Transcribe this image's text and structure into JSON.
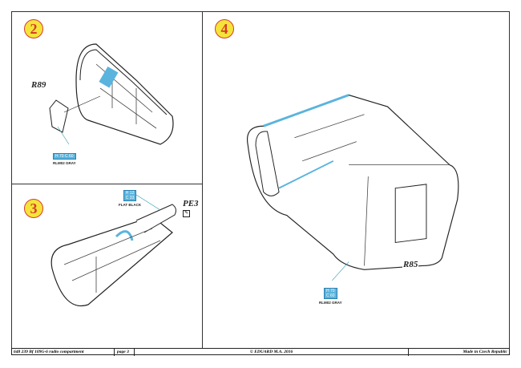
{
  "steps": {
    "step2": {
      "number": "2",
      "part": "R89",
      "color": {
        "codes": [
          "H 70",
          "C 60"
        ],
        "name": "RLM02 GRAY"
      }
    },
    "step3": {
      "number": "3",
      "part": "PE3",
      "color": {
        "codes": [
          "H 12",
          "C 33"
        ],
        "name": "FLAT BLACK"
      }
    },
    "step4": {
      "number": "4",
      "part": "R85",
      "color": {
        "codes": [
          "H 70",
          "C 60"
        ],
        "name": "RLM02 GRAY"
      }
    }
  },
  "colors": {
    "swatch": "#5ab4dd",
    "step_badge": "#f4e43a",
    "step_ring": "#d93b2a"
  },
  "footer": {
    "kit": "648 239  Bf 109G-6 radio compartment",
    "page": "page 3",
    "copyright": "© EDUARD  M.A. 2016",
    "origin": "Made in Czech Republic"
  }
}
